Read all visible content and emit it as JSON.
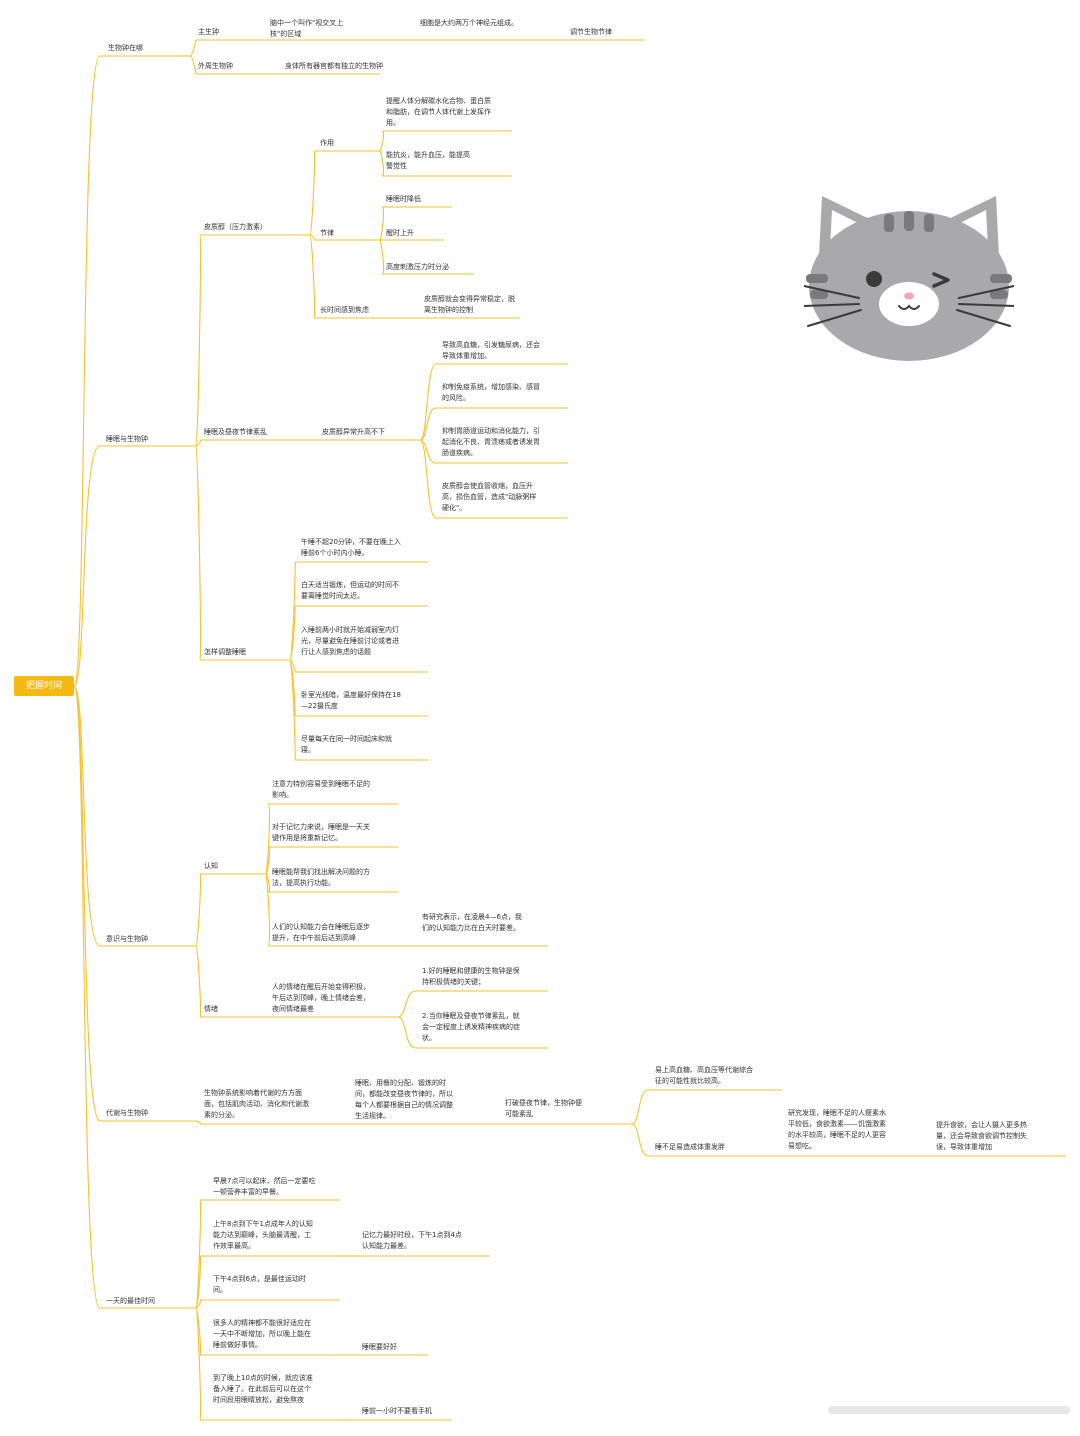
{
  "colors": {
    "line": "#f5c22e",
    "root_fill": "#f5b914",
    "text": "#333333",
    "cat_fur": "#a9a9ab",
    "cat_stripe": "#7a7a7c",
    "cat_face": "#ffffff",
    "cat_nose": "#f3a6b4"
  },
  "root": "把握时间",
  "branches": {
    "b1": {
      "label": "生物钟在哪",
      "items": {
        "a": {
          "label": "主生钟",
          "items": {
            "x": "脑中一个叫作\"视交叉上核\"的区域",
            "y": "细胞是大约两万个神经元组成。",
            "z": "调节生物节律"
          }
        },
        "b": {
          "label": "外周生物钟",
          "items": {
            "x": "身体所有器官都有独立的生物钟"
          }
        }
      }
    },
    "b2": {
      "label": "睡眠与生物钟",
      "items": {
        "a": {
          "label": "皮质醇（压力激素）",
          "items": {
            "f": {
              "label": "作用",
              "items": {
                "x": "提醒人体分解碳水化合物、蛋白质和脂肪，在调节人体代谢上发挥作用。",
                "y": "能抗炎，能升血压，能提高警觉性"
              }
            },
            "g": {
              "label": "节律",
              "items": {
                "x": "睡眠时降低",
                "y": "醒时上升",
                "z": "高度刺激压力时分泌"
              }
            },
            "h": {
              "label": "长时间感到焦虑",
              "items": {
                "x": "皮质醇就会变得异常稳定，脱离生物钟的控制"
              }
            }
          }
        },
        "b": {
          "label": "睡眠及昼夜节律紊乱",
          "items": {
            "m": {
              "label": "皮质醇异常升高不下",
              "items": {
                "x": "导致高血糖，引发糖尿病，还会导致体重增加。",
                "y": "抑制免疫系统，增加感染、感冒的风险。",
                "z": "抑制胃肠道运动和消化能力，引起消化不良、胃溃疡或者诱发胃肠道疾病。",
                "w": "皮质醇会使血管收缩，血压升高，损伤血管，造成\"动脉粥样硬化\"。"
              }
            }
          }
        },
        "c": {
          "label": "怎样调整睡眠",
          "items": {
            "x": "午睡不超20分钟，不要在晚上入睡前6个小时内小睡。",
            "y": "白天适当锻炼，但运动的时间不要离睡觉时间太近。",
            "z": "入睡前两小时就开始减弱室内灯光，尽量避免在睡前讨论或者进行让人感到焦虑的话题",
            "w": "卧室光线暗，温度最好保持在18—22摄氏度",
            "v": "尽量每天在同一时间起床和就寝。"
          }
        }
      }
    },
    "b3": {
      "label": "意识与生物钟",
      "items": {
        "a": {
          "label": "认知",
          "items": {
            "x": "注意力特别容易受到睡眠不足的影响。",
            "y": "对于记忆力来说，睡眠是一天关键作用是将重新记忆。",
            "z": "睡眠能帮我们找出解决问题的方法，提高执行功能。",
            "w": {
              "label": "人们的认知能力会在睡眠后逐步提升，在中午前后达到高峰",
              "items": {
                "x": "有研究表示，在凌晨4—6点，我们的认知能力比在白天时要差。"
              }
            }
          }
        },
        "b": {
          "label": "情绪",
          "text": "人的情绪在醒后开始变得积极，午后达到顶峰，晚上情绪会差，夜间情绪最差",
          "items": {
            "x": "1.好的睡眠和健康的生物钟是保持积极情绪的关键；",
            "y": "2.当你睡眠及昼夜节律紊乱，就会一定程度上诱发精神疾病的症状。"
          }
        }
      }
    },
    "b4": {
      "label": "代谢与生物钟",
      "items": {
        "a": {
          "label": "生物钟系统影响着代谢的方方面面，包括肌肉活动、消化和代谢激素的分泌。",
          "items": {
            "x": {
              "label": "睡眠、用餐的分配、锻炼的时间，都能改变昼夜节律的，所以每个人都要根据自己的情况调整生活规律。",
              "items": {
                "x": {
                  "label": "打破昼夜节律，生物钟便可能紊乱",
                  "items": {
                    "x": "易上高血糖、高血压等代谢综合征的可能性就比较高。",
                    "y": {
                      "label": "睡不足易造成体重发胖",
                      "items": {
                        "x": {
                          "label": "研究发现，睡眠不足的人瘦素水平较低，食欲激素——饥饿激素的水平较高，睡眠不足的人更容易想吃。",
                          "items": {
                            "x": "提升食欲，会让人摄入更多热量，还会导致食欲调节控制失误，导致体重增加"
                          }
                        }
                      }
                    }
                  }
                }
              }
            }
          }
        }
      }
    },
    "b5": {
      "label": "一天的最佳时间",
      "items": {
        "x": "早晨7点可以起床，然后一定要吃一顿营养丰富的早餐。",
        "y": {
          "label": "上午8点到下午1点成年人的认知能力达到巅峰，头脑最清醒，工作效率最高。",
          "items": {
            "x": "记忆力最好时段，下午1点到4点认知能力最差。"
          }
        },
        "z": "下午4点到6点，是最佳运动时间。",
        "w": {
          "label": "很多人的精神都不能很好适应在一天中不断增加，所以晚上能在睡前做好事情。",
          "items": {
            "x": "睡眠要好好"
          }
        },
        "v": {
          "label": "到了晚上10点的时候，就应该准备入睡了。在此前后可以在这个时间段用眼睛放松，避免熬夜",
          "items": {
            "x": "睡前一小时不要看手机"
          }
        }
      }
    }
  }
}
